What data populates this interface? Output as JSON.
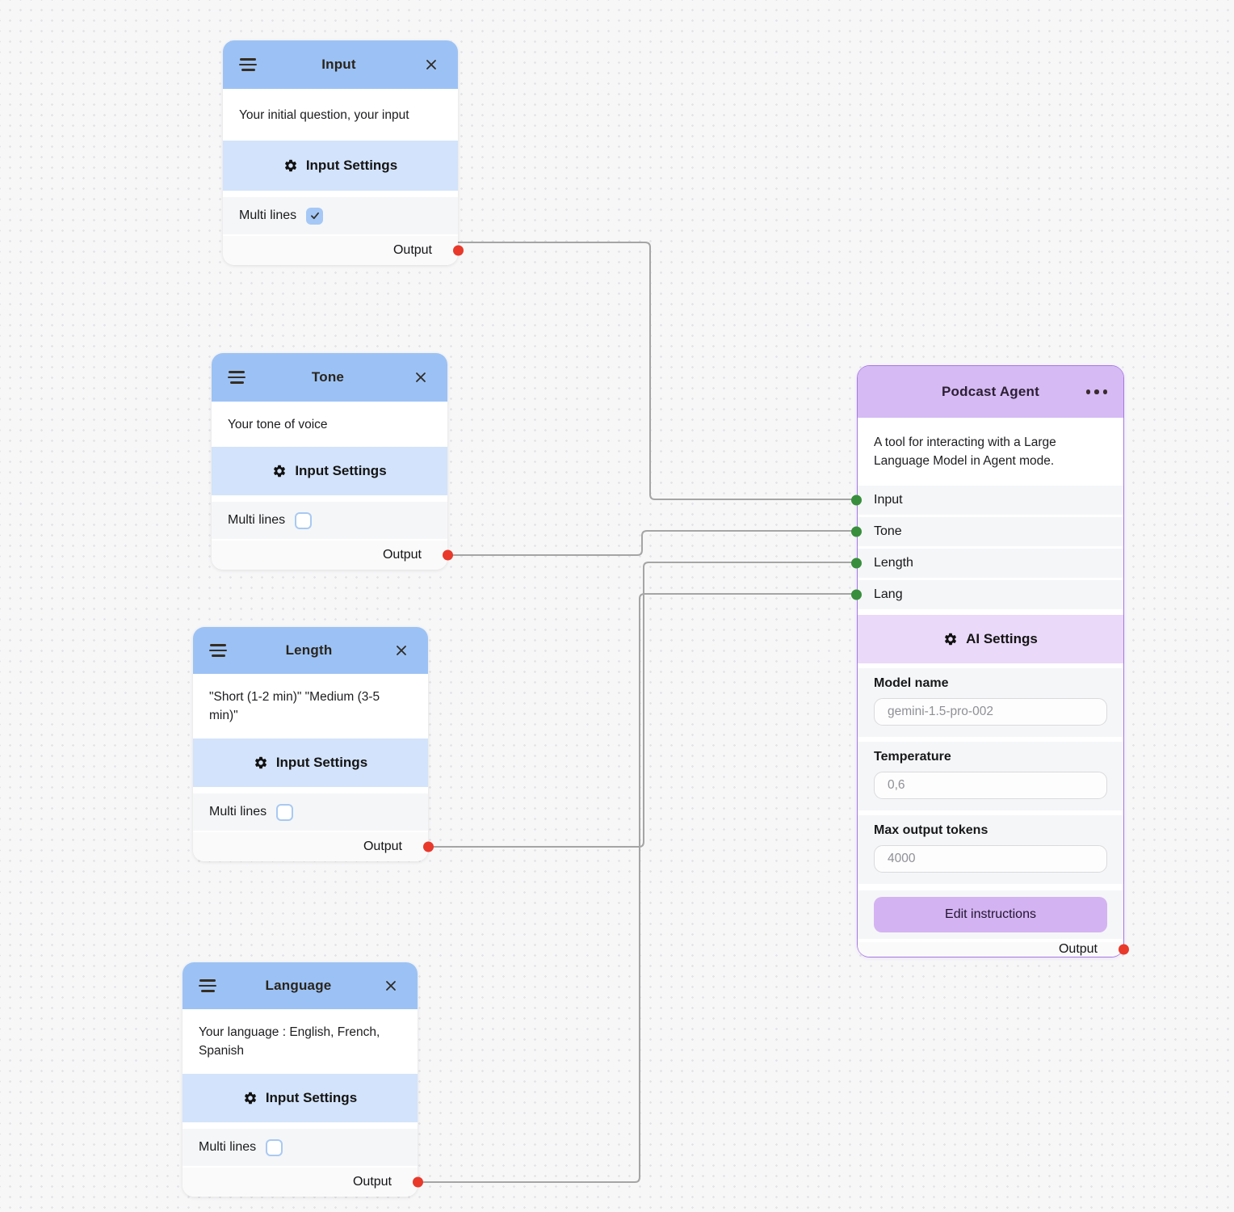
{
  "colors": {
    "canvas_bg": "#f7f7f8",
    "canvas_dot": "#e4e4e7",
    "blue_header": "#9cc2f5",
    "blue_band": "#d3e3fb",
    "purple_header": "#d5baf3",
    "purple_band": "#ead9f9",
    "purple_border": "#a678e3",
    "purple_button": "#d4b3f2",
    "wire": "#a5a5a5",
    "input_port_green": "#388e3c",
    "output_port_red": "#e8392b",
    "checkbox_checked_blue": "#a5c8f6"
  },
  "nodes": {
    "input": {
      "title": "Input",
      "description": "Your initial question, your input",
      "settings_label": "Input Settings",
      "multi_lines_label": "Multi lines",
      "multi_lines_checked": true,
      "output_label": "Output"
    },
    "tone": {
      "title": "Tone",
      "description": "Your tone of voice",
      "settings_label": "Input Settings",
      "multi_lines_label": "Multi lines",
      "multi_lines_checked": false,
      "output_label": "Output"
    },
    "length": {
      "title": "Length",
      "description": "\"Short (1-2 min)\" \"Medium (3-5 min)\"",
      "settings_label": "Input Settings",
      "multi_lines_label": "Multi lines",
      "multi_lines_checked": false,
      "output_label": "Output"
    },
    "language": {
      "title": "Language",
      "description": "Your language : English, French, Spanish",
      "settings_label": "Input Settings",
      "multi_lines_label": "Multi lines",
      "multi_lines_checked": false,
      "output_label": "Output"
    },
    "agent": {
      "title": "Podcast Agent",
      "description": "A tool for interacting with a Large Language Model in Agent mode.",
      "ports": [
        "Input",
        "Tone",
        "Length",
        "Lang"
      ],
      "settings_label": "AI Settings",
      "fields": [
        {
          "label": "Model name",
          "value": "gemini-1.5-pro-002"
        },
        {
          "label": "Temperature",
          "value": "0,6"
        },
        {
          "label": "Max output tokens",
          "value": "4000"
        }
      ],
      "button_label": "Edit instructions",
      "output_label": "Output"
    }
  }
}
